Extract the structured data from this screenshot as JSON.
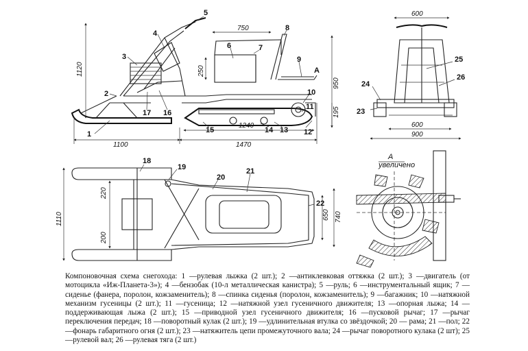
{
  "side_view": {
    "dims": {
      "d750": "750",
      "d1120": "1120",
      "d250": "250",
      "d950": "950",
      "d195": "195",
      "d1240": "1240",
      "d1100": "1100",
      "d1470": "1470"
    },
    "labels": [
      "1",
      "2",
      "3",
      "4",
      "5",
      "6",
      "7",
      "8",
      "9",
      "10",
      "11",
      "12",
      "13",
      "14",
      "15",
      "16",
      "17"
    ],
    "marker_a": "A"
  },
  "front_view": {
    "dims": {
      "top": "600",
      "bottom1": "600",
      "bottom2": "900"
    },
    "labels": [
      "23",
      "24",
      "25",
      "26"
    ]
  },
  "top_view": {
    "dims": {
      "d1110": "1110",
      "d220": "220",
      "d200": "200",
      "d650": "650",
      "d740": "740"
    },
    "labels": [
      "18",
      "19",
      "20",
      "21",
      "22"
    ]
  },
  "detail_view": {
    "title_letter": "A",
    "title_word": "увеличено"
  },
  "caption": "Компоновочная схема снегохода: 1 —рулевая лыжка (2 шт.); 2 —антиклевковая оттяжка (2 шт.); 3 —двигатель (от мотоцикла «Иж-Планета-3»); 4 —бензобак (10-л металлическая канистра); 5 —руль; 6 —инструментальный ящик; 7 —сиденье (фанера, поролон, кожзаменитель); 8 —спинка сиденья (поролон, кожзаменитель); 9 —багажник; 10 —натяжной механизм гусеницы (2 шт.); 11 —гусеница; 12 —натяжной узел гусеничного движителя; 13 —опорная лыжа; 14 —поддерживающая лыжа (2 шт.); 15 —приводной узел гусеничного движителя; 16 —пусковой рычаг; 17 —рычаг переключения передач; 18 —поворотный кулак (2 шт.); 19 —удлинительная втулка со звёздочкой; 20 — рама; 21 —пол; 22 —фонарь габаритного огня (2 шт.); 23 —натяжитель цепи промежуточного вала; 24 —рычаг поворотного кулака (2 шт); 25 —рулевой вал; 26 —рулевая тяга (2 шт.)"
}
